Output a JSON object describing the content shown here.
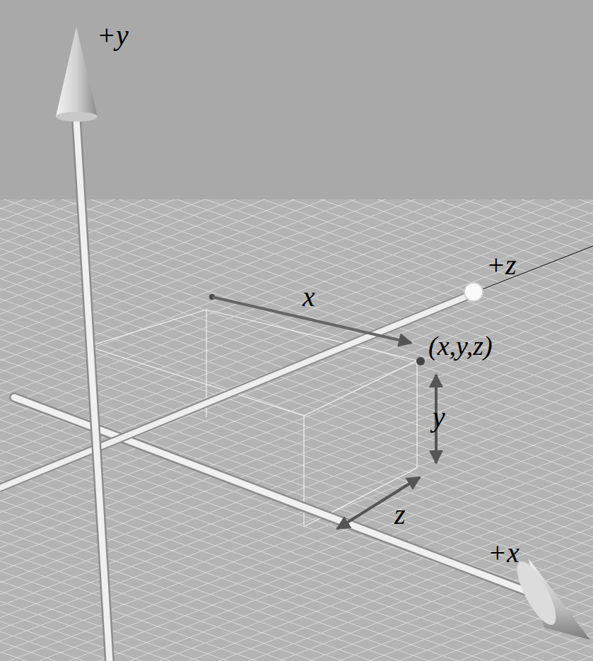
{
  "diagram": {
    "labels": [
      "+y",
      "+z",
      "x",
      "(x,y,z)",
      "y",
      "z",
      "+x"
    ]
  }
}
